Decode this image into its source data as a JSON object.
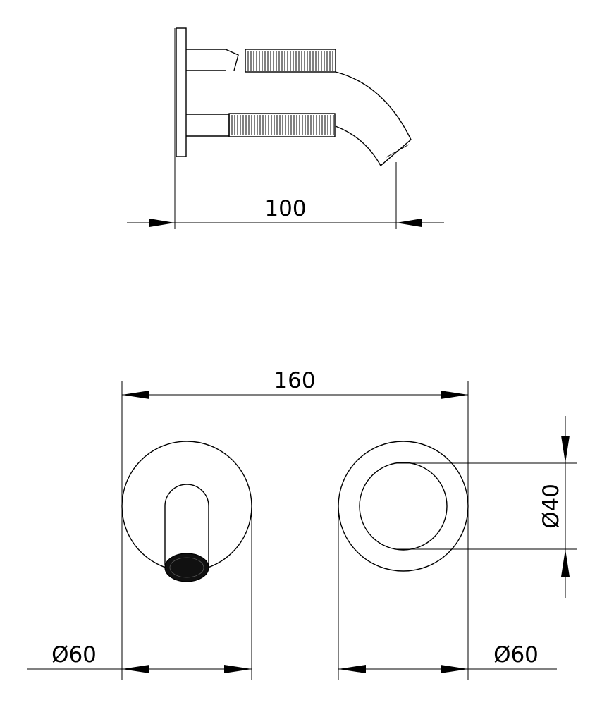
{
  "dimensions": {
    "length": "100",
    "spacing": "160",
    "outlet_diameter": "Ø40",
    "left_plate_diameter": "Ø60",
    "right_plate_diameter": "Ø60"
  }
}
